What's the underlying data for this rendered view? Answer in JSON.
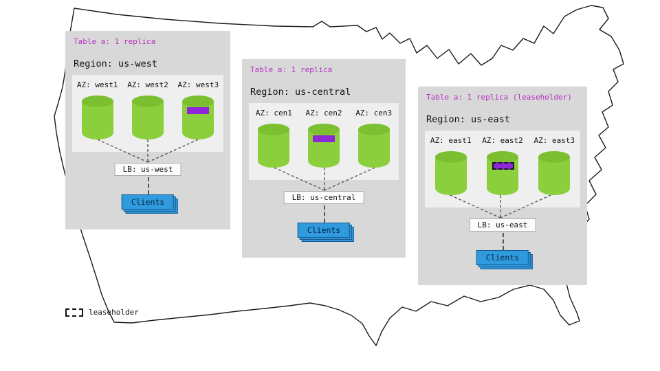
{
  "colors": {
    "accent_magenta": "#b52fc2",
    "replica_green": "#8ccf3d",
    "marker_purple": "#8f27d8",
    "clients_blue": "#2f9ade",
    "panel_gray": "#d8d8d8",
    "az_gray": "#efefef"
  },
  "legend": {
    "icon": "dashed-box-icon",
    "label": "leaseholder"
  },
  "regions": [
    {
      "table_label": "Table a: 1 replica",
      "region_label": "Region: us-west",
      "azs": [
        {
          "label": "AZ: west1",
          "replica_marker": "none"
        },
        {
          "label": "AZ: west2",
          "replica_marker": "none"
        },
        {
          "label": "AZ: west3",
          "replica_marker": "range"
        }
      ],
      "lb_label": "LB: us-west",
      "clients_label": "Clients"
    },
    {
      "table_label": "Table a: 1 replica",
      "region_label": "Region: us-central",
      "azs": [
        {
          "label": "AZ: cen1",
          "replica_marker": "none"
        },
        {
          "label": "AZ: cen2",
          "replica_marker": "range"
        },
        {
          "label": "AZ: cen3",
          "replica_marker": "none"
        }
      ],
      "lb_label": "LB: us-central",
      "clients_label": "Clients"
    },
    {
      "table_label": "Table a: 1 replica (leaseholder)",
      "region_label": "Region: us-east",
      "azs": [
        {
          "label": "AZ: east1",
          "replica_marker": "none"
        },
        {
          "label": "AZ: east2",
          "replica_marker": "leaseholder"
        },
        {
          "label": "AZ: east3",
          "replica_marker": "none"
        }
      ],
      "lb_label": "LB: us-east",
      "clients_label": "Clients"
    }
  ]
}
